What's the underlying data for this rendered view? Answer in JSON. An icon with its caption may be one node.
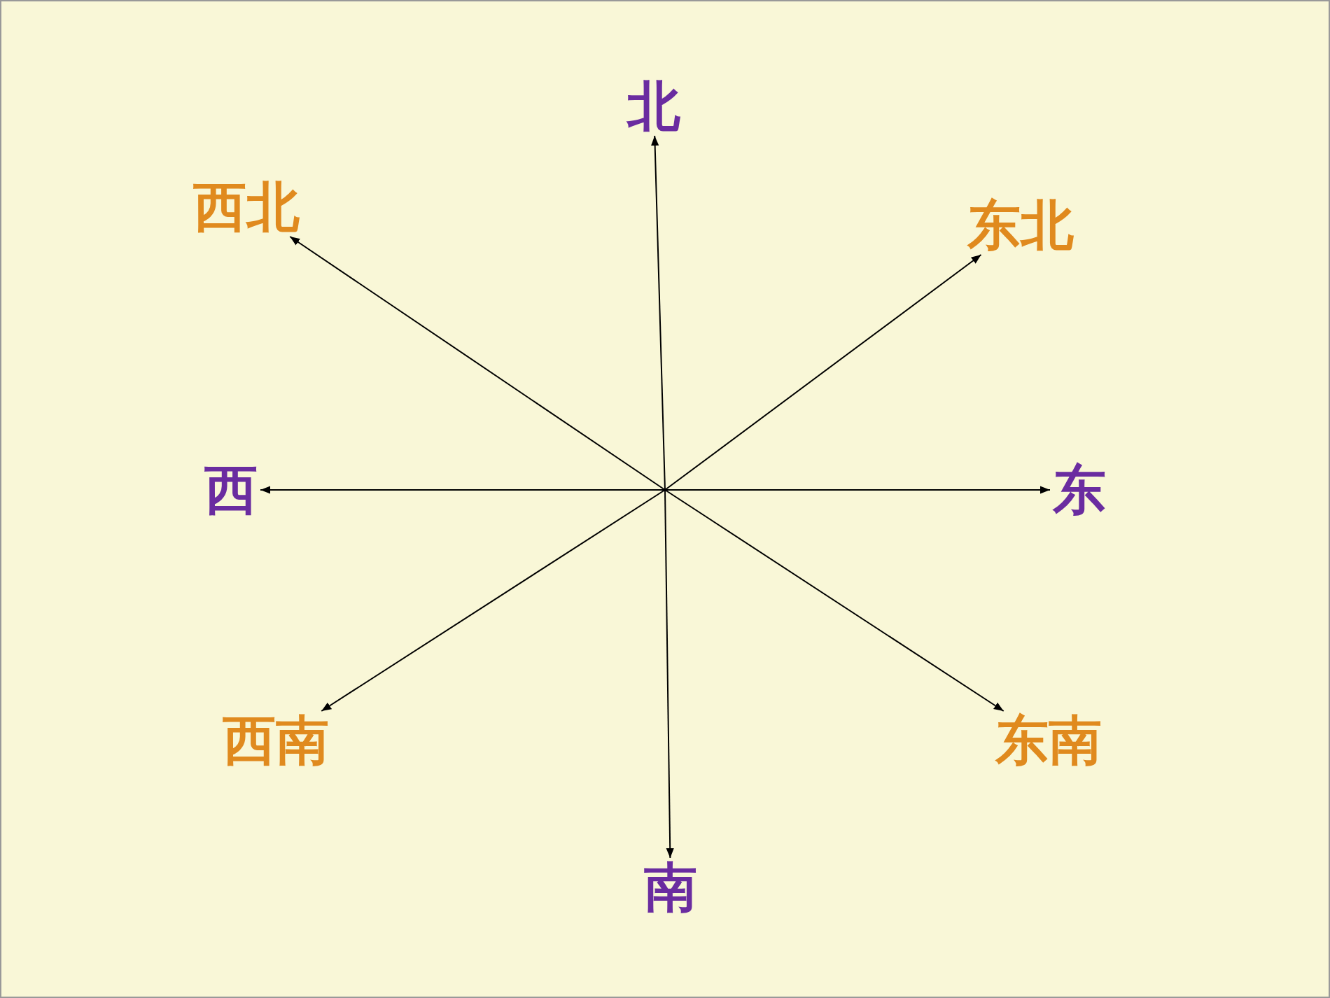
{
  "diagram": {
    "nodes": [
      {
        "text": [
          "北"
        ]
      },
      {
        "text": [
          "西北"
        ]
      },
      {
        "text": [
          "东北"
        ]
      },
      {
        "text": [
          "西"
        ]
      },
      {
        "text": [
          "东"
        ]
      },
      {
        "text": [
          "西南"
        ]
      },
      {
        "text": [
          "东南"
        ]
      },
      {
        "text": [
          "南"
        ]
      }
    ],
    "edges": [
      {
        "from": null,
        "to": 0,
        "arrow": "to"
      },
      {
        "from": null,
        "to": 1,
        "arrow": "to"
      },
      {
        "from": null,
        "to": 2,
        "arrow": "to"
      },
      {
        "from": null,
        "to": 3,
        "arrow": "to"
      },
      {
        "from": null,
        "to": 4,
        "arrow": "to"
      },
      {
        "from": null,
        "to": 5,
        "arrow": "to"
      },
      {
        "from": null,
        "to": 6,
        "arrow": "to"
      },
      {
        "from": null,
        "to": 7,
        "arrow": "to"
      }
    ]
  }
}
